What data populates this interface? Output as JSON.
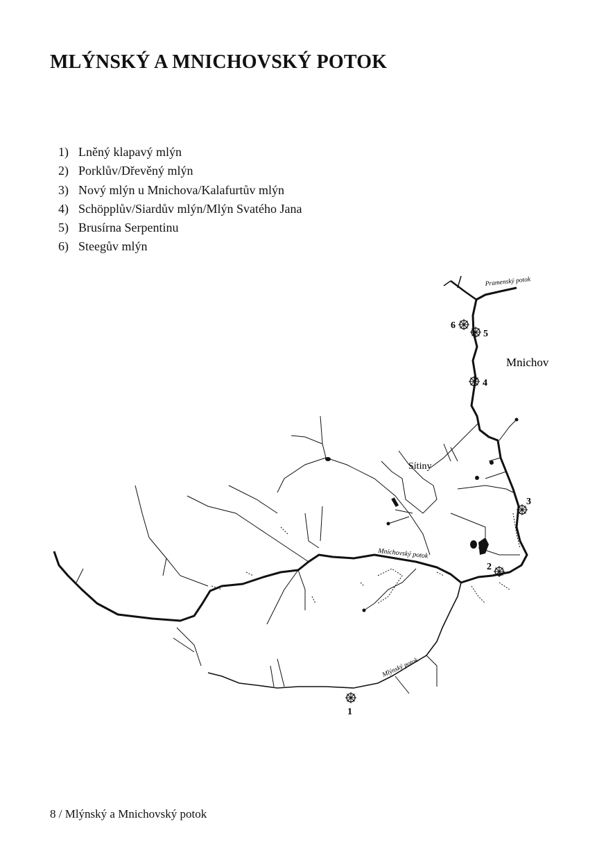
{
  "page": {
    "title": "MLÝNSKÝ A MNICHOVSKÝ POTOK",
    "footer": "8 / Mlýnský a Mnichovský potok"
  },
  "mills": [
    {
      "number": "1)",
      "name": "Lněný klapavý mlýn"
    },
    {
      "number": "2)",
      "name": "Porklův/Dřevěný mlýn"
    },
    {
      "number": "3)",
      "name": "Nový mlýn u Mnichova/Kalafurtův mlýn"
    },
    {
      "number": "4)",
      "name": "Schöpplův/Siardův mlýn/Mlýn Svatého Jana"
    },
    {
      "number": "5)",
      "name": "Brusírna Serpentinu"
    },
    {
      "number": "6)",
      "name": "Steegův mlýn"
    }
  ],
  "map": {
    "labels": {
      "pramensky": "Pramenský potok",
      "mnichov": "Mnichov",
      "sitiny": "Sítiny",
      "mnichovsky": "Mnichovský potok",
      "mlynsky": "Mlýnský potok"
    },
    "markers": [
      "1",
      "2",
      "3",
      "4",
      "5",
      "6"
    ]
  }
}
